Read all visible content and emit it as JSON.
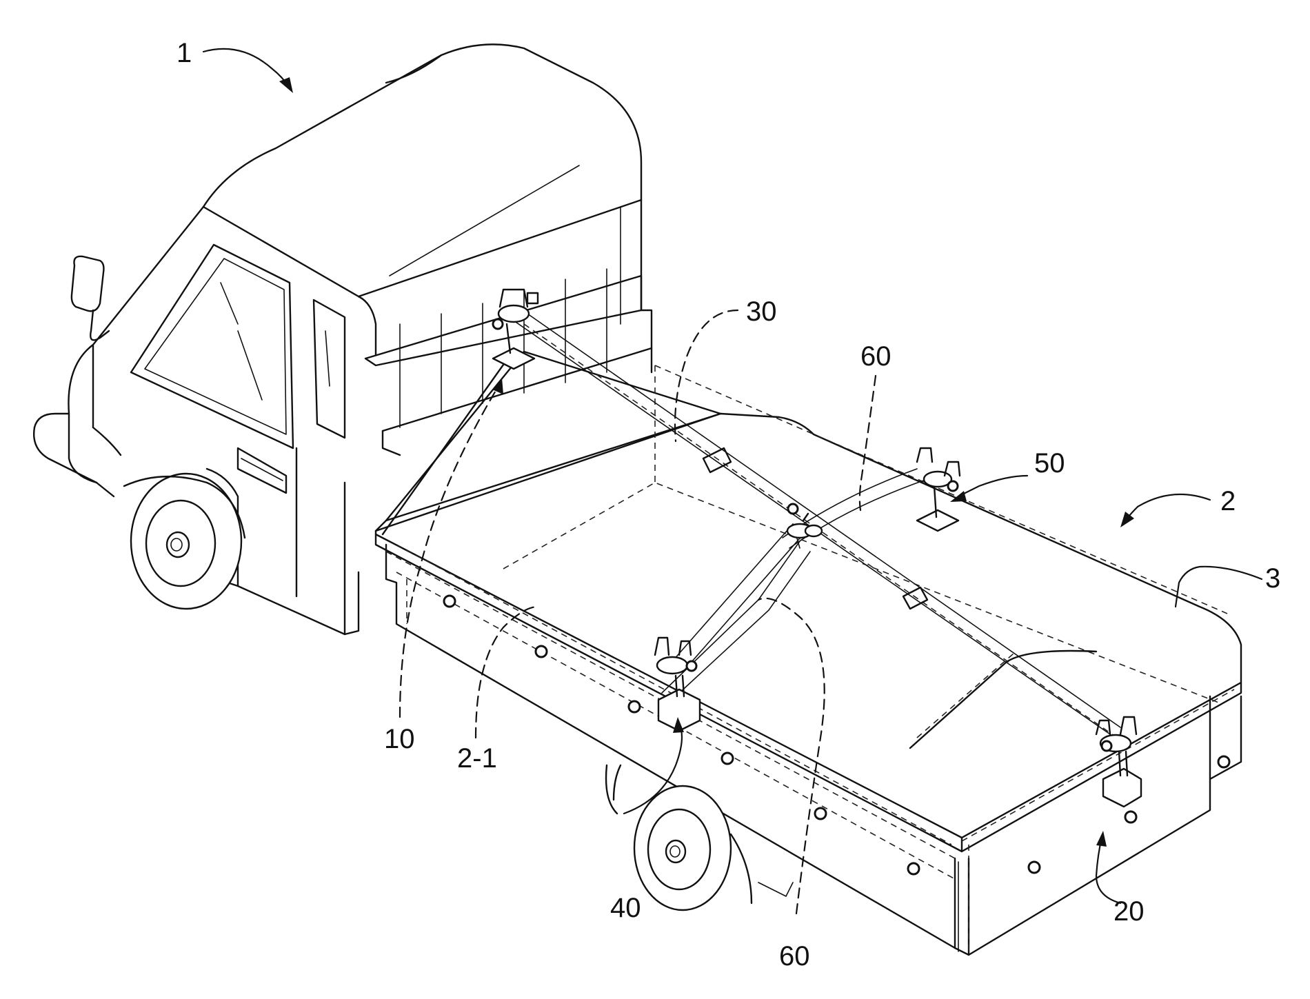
{
  "figure": {
    "reference_labels": {
      "vehicle": "1",
      "cargo_box": "2",
      "box_top_edge": "2-1",
      "cover_sheet": "3",
      "front_mount": "10",
      "rear_mount": "20",
      "main_pole": "30",
      "side_mount": "40",
      "upper_mount": "50",
      "cross_pole_upper": "60",
      "cross_pole_lower": "60"
    }
  }
}
